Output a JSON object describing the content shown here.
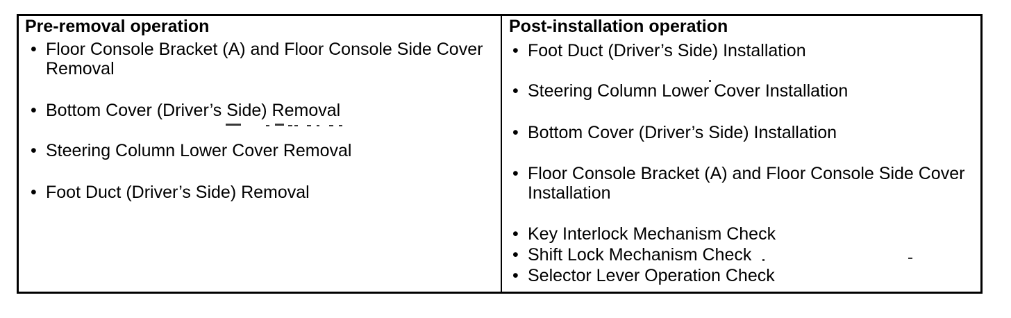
{
  "table": {
    "bullet_glyph": "•",
    "columns": [
      {
        "header": "Pre-removal operation",
        "items": [
          "Floor Console Bracket (A) and Floor Console Side Cover Removal",
          "Bottom Cover (Driver’s Side) Removal",
          "Steering Column Lower Cover Removal",
          "Foot Duct (Driver’s Side) Removal"
        ]
      },
      {
        "header": "Post-installation operation",
        "items": [
          "Foot Duct (Driver’s Side) Installation",
          "Steering Column Lower Cover Installation",
          "Bottom Cover (Driver’s Side) Installation",
          "Floor Console Bracket (A) and Floor Console Side Cover Installation",
          "Key Interlock Mechanism Check",
          "Shift Lock Mechanism Check",
          "Selector Lever Operation Check"
        ]
      }
    ]
  },
  "colors": {
    "border": "#000000",
    "text": "#000000",
    "background": "#ffffff"
  }
}
